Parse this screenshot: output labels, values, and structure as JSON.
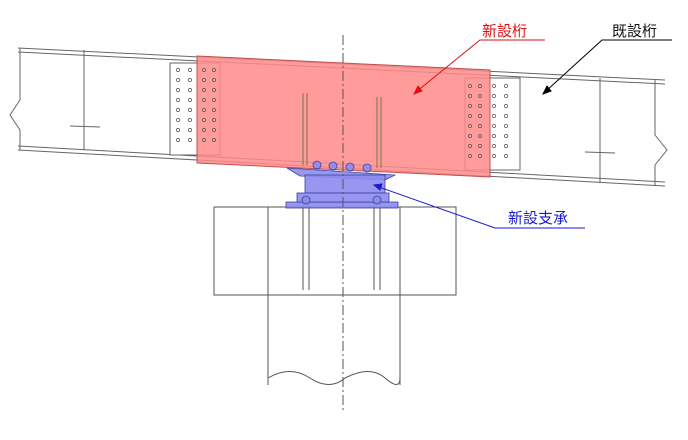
{
  "labels": {
    "new_girder": "新設桁",
    "existing_girder": "既設桁",
    "new_bearing": "新設支承"
  },
  "colors": {
    "new_girder": "#ff8a8a",
    "new_girder_text": "#e01010",
    "new_bearing": "#8c8cf0",
    "new_bearing_text": "#1a1ad0",
    "line": "#555555"
  }
}
